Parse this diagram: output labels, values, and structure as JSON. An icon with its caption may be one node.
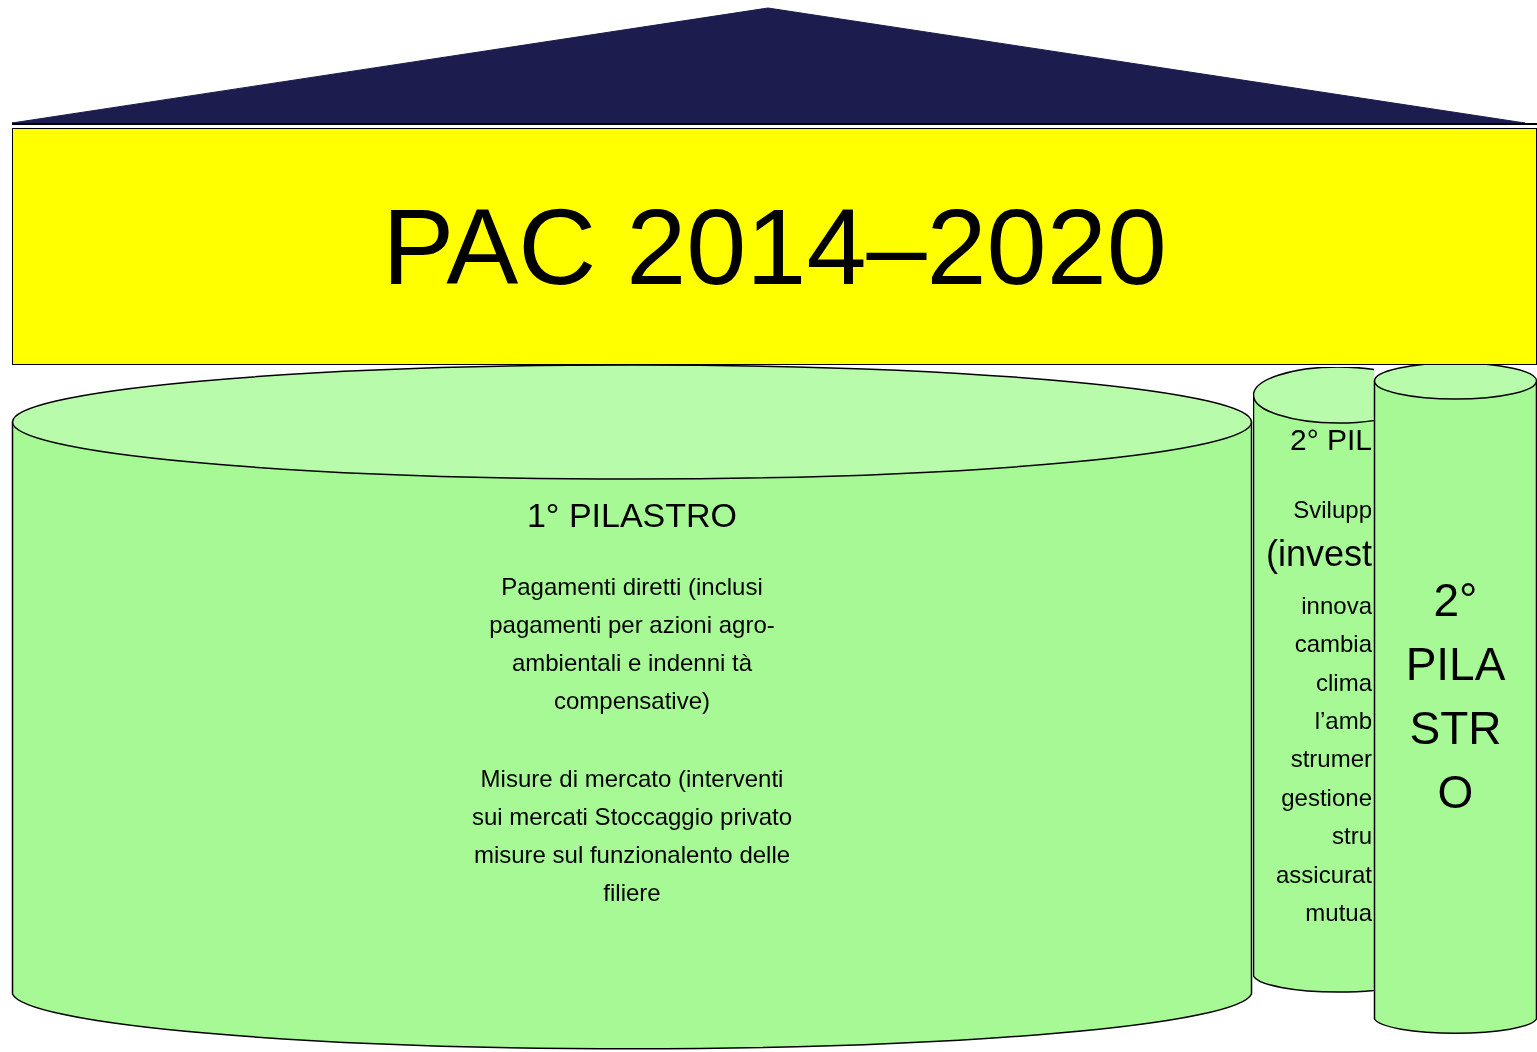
{
  "diagram": {
    "nodes": [
      {
        "text": [
          "PAC 2014–2020"
        ]
      },
      {
        "text": [
          "1° PILASTRO",
          "Pagamenti diretti (inclusi pagamenti per azioni agro-ambientali e indenni tà compensative)",
          "Misure di mercato (interventi sui mercati Stoccaggio privato misure sul funzionalento delle filiere"
        ]
      },
      {
        "text": [
          "2° PIL",
          "Svilupp",
          "(invest",
          "innova",
          "cambia",
          "clima",
          "l’amb",
          "strumer",
          "gestione",
          "stru",
          "assicurat",
          "mutua"
        ]
      },
      {
        "text": [
          "2° PILA STR O"
        ]
      }
    ]
  }
}
